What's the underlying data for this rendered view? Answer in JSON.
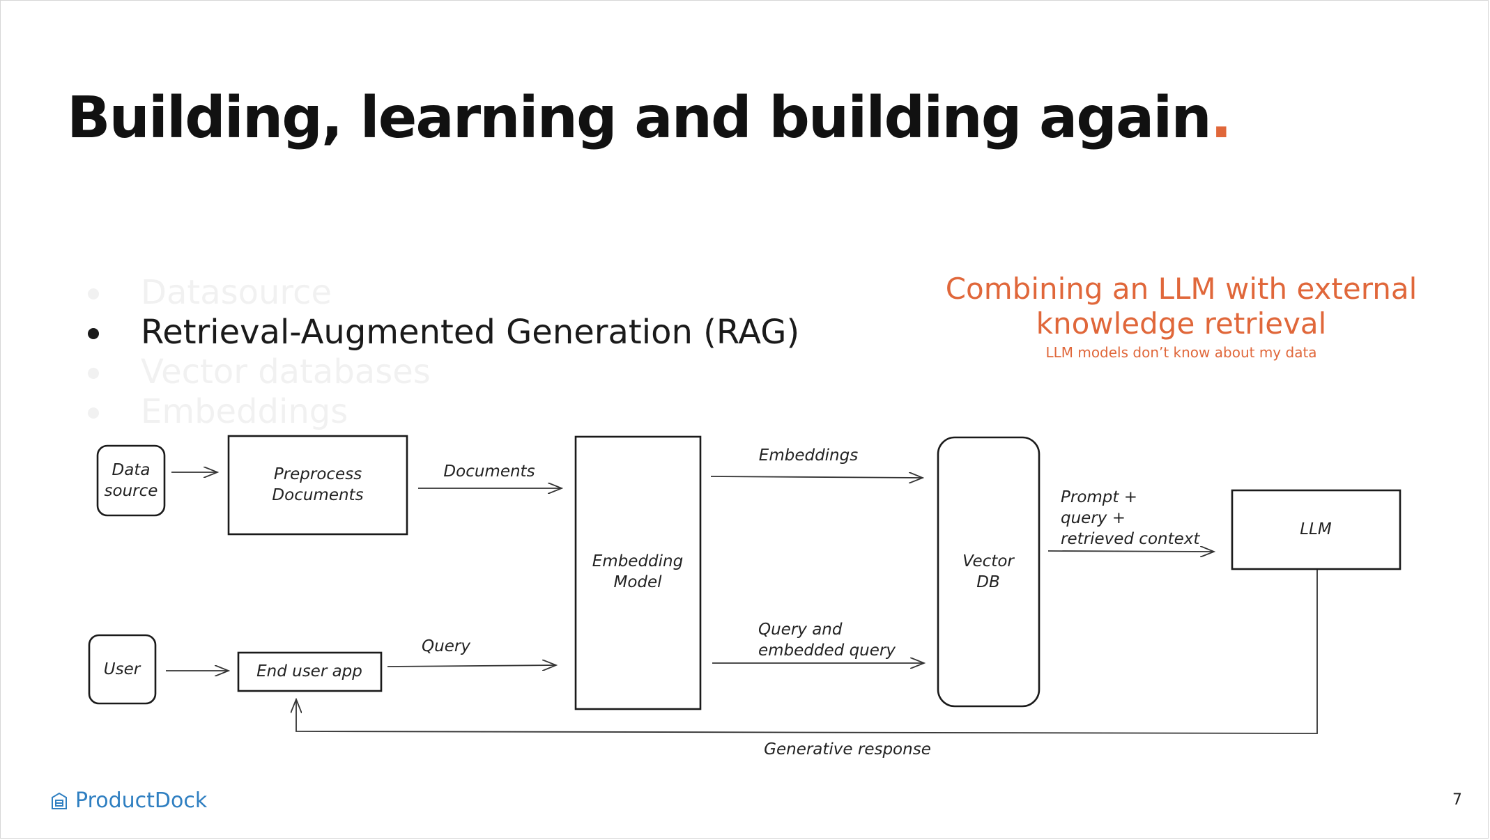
{
  "slide": {
    "title": "Building, learning and building again",
    "title_accent": ".",
    "bullets": [
      "Datasource",
      "Retrieval-Augmented Generation (RAG)",
      "Vector databases",
      "Embeddings"
    ],
    "active_bullet": 1,
    "callout": {
      "line1": "Combining an LLM with external",
      "line2": "knowledge retrieval",
      "subtitle": "LLM models don’t know about my data"
    },
    "page_number": "7",
    "brand": "ProductDock"
  },
  "diagram": {
    "data_source": [
      "Data",
      "source"
    ],
    "preprocess": [
      "Preprocess",
      "Documents"
    ],
    "documents_label": "Documents",
    "embedding_model": [
      "Embedding",
      "Model"
    ],
    "embeddings_label": "Embeddings",
    "vector_db": [
      "Vector",
      "DB"
    ],
    "prompt_label": [
      "Prompt +",
      "query +",
      "retrieved context"
    ],
    "llm": "LLM",
    "user": "User",
    "end_user_app": "End user app",
    "query_label": "Query",
    "query_embedded_label": [
      "Query and",
      "embedded query"
    ],
    "generative_response_label": "Generative response"
  },
  "colors": {
    "accent": "#e0673a",
    "brand": "#2f7fc1",
    "text": "#111111"
  }
}
